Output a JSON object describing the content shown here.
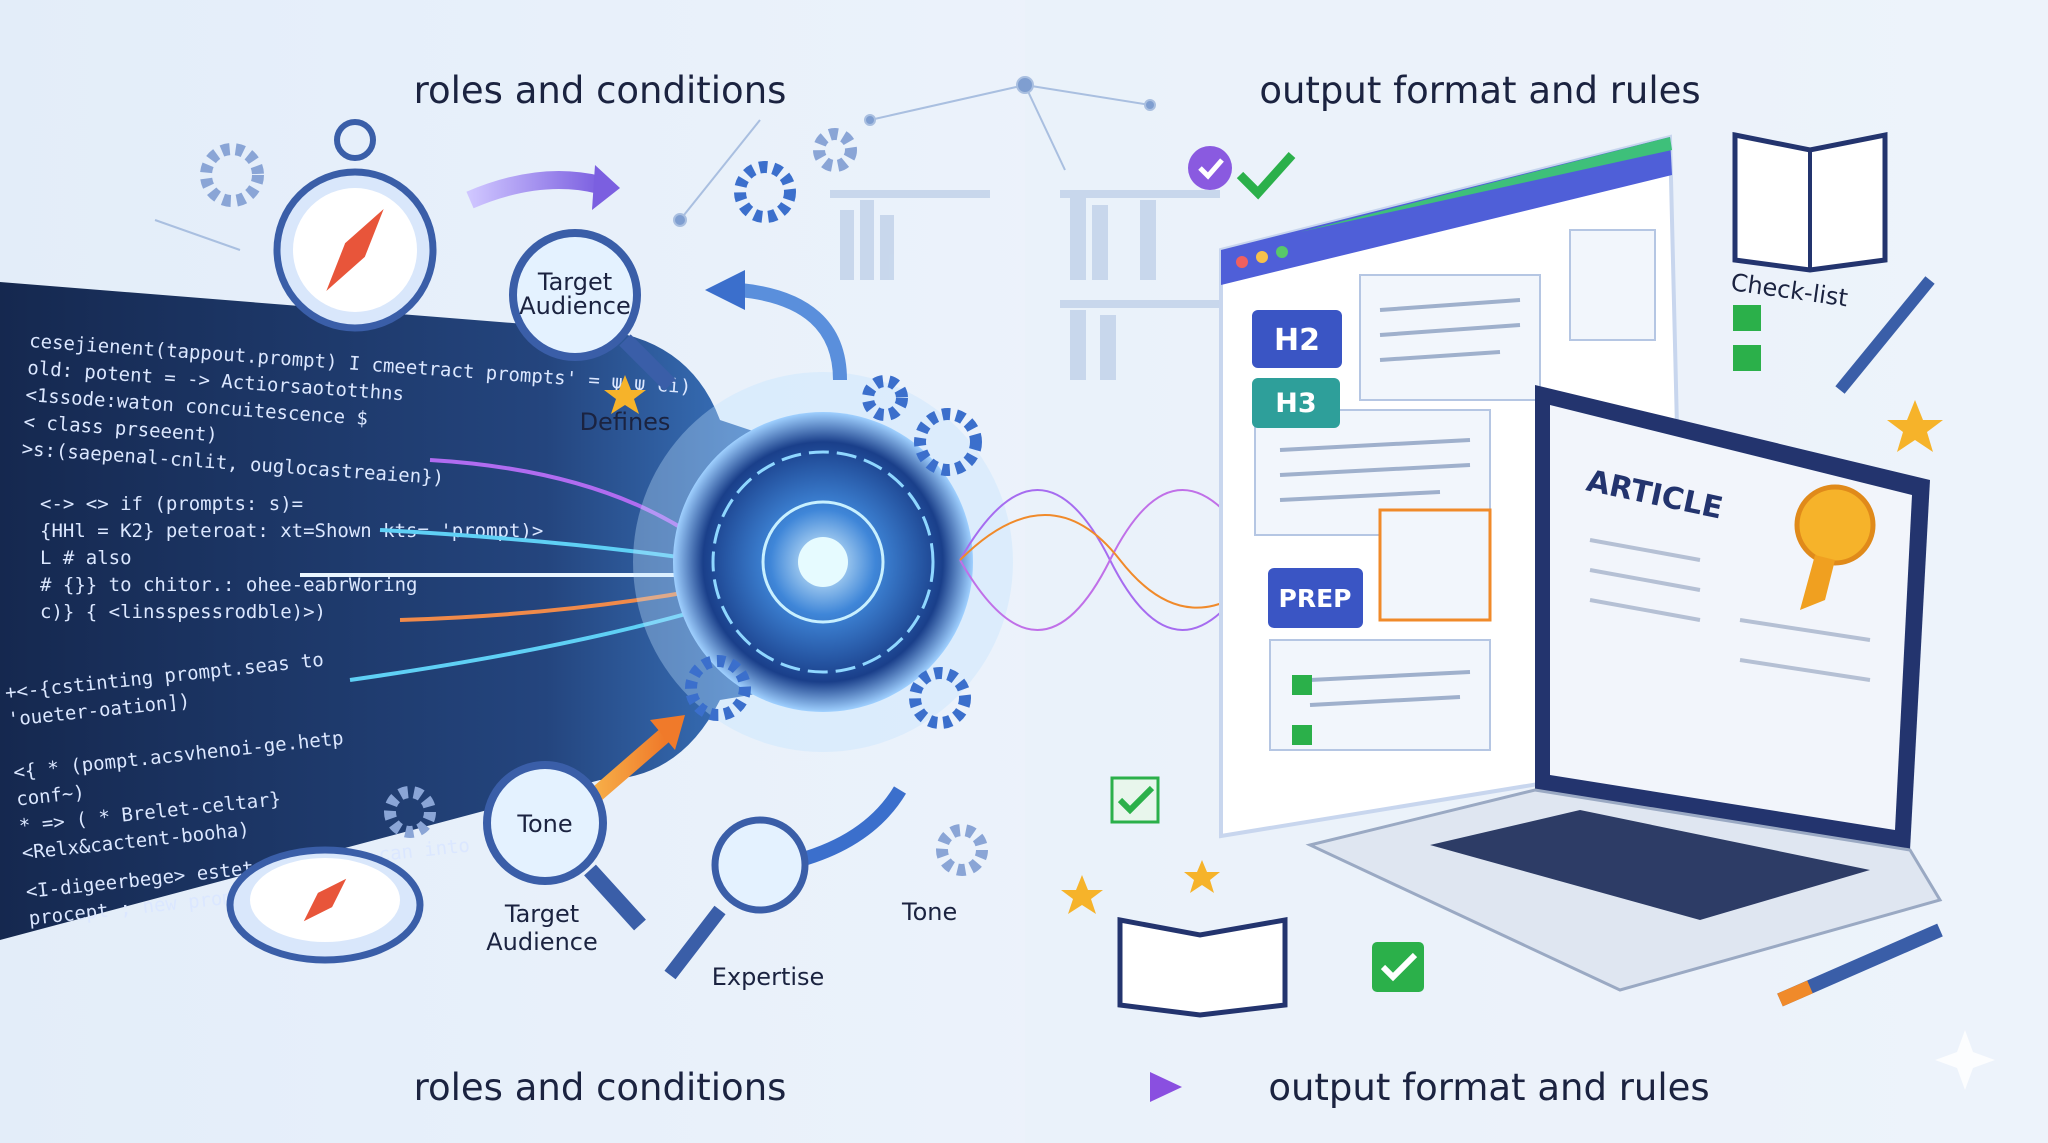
{
  "headings": {
    "top_left": "roles and conditions",
    "top_right": "output format and rules",
    "bottom_left": "roles and conditions",
    "bottom_right": "output format and rules"
  },
  "labels": {
    "target_audience_top_1": "Target",
    "target_audience_top_2": "Audience",
    "defines": "Defines",
    "tone_lens": "Tone",
    "target_audience_bottom_1": "Target",
    "target_audience_bottom_2": "Audience",
    "expertise": "Expertise",
    "tone_side": "Tone",
    "h2": "H2",
    "h3": "H3",
    "prep": "PREP",
    "article": "ARTICLE",
    "checklist": "Check-list"
  },
  "code_lines": [
    "cesejienent(tappout.prompt)   I cmeetract prompts' = ψ ψ  ci)",
    "        old:  potent = -> Actiorsaototthns",
    "<1ssode:waton concuitescence $",
    "               < class prseeent)",
    ">s:(saepenal-cnlit, ouglocastreaien})",
    "<->   <>   if (prompts: s)=",
    "{HHl  = K2}     peteroat: xt=Shown kts= 'prompt)>",
    "               L # also",
    "# {}}          to chitor.: ohee-eabrWoring",
    "       c)} {   <linsspessrodble)>)",
    "+<-{cstinting prompt.seas to",
    "            'oueter-oation])",
    "<{ * (pompt.acsvhenoi-ge.hetp",
    "          conf~)",
    "   * => ( *  Brelet-celtar}",
    "          <Relx&cactent-booha)",
    "<I-digeerbege>  estetruop<ep us can into",
    "               procept ; new prompt)"
  ],
  "colors": {
    "code_panel": "#1d3461",
    "accent_blue": "#3b5fc9",
    "accent_purple": "#8a4fe0",
    "accent_orange": "#f08a2a",
    "check_green": "#2bb04a"
  }
}
